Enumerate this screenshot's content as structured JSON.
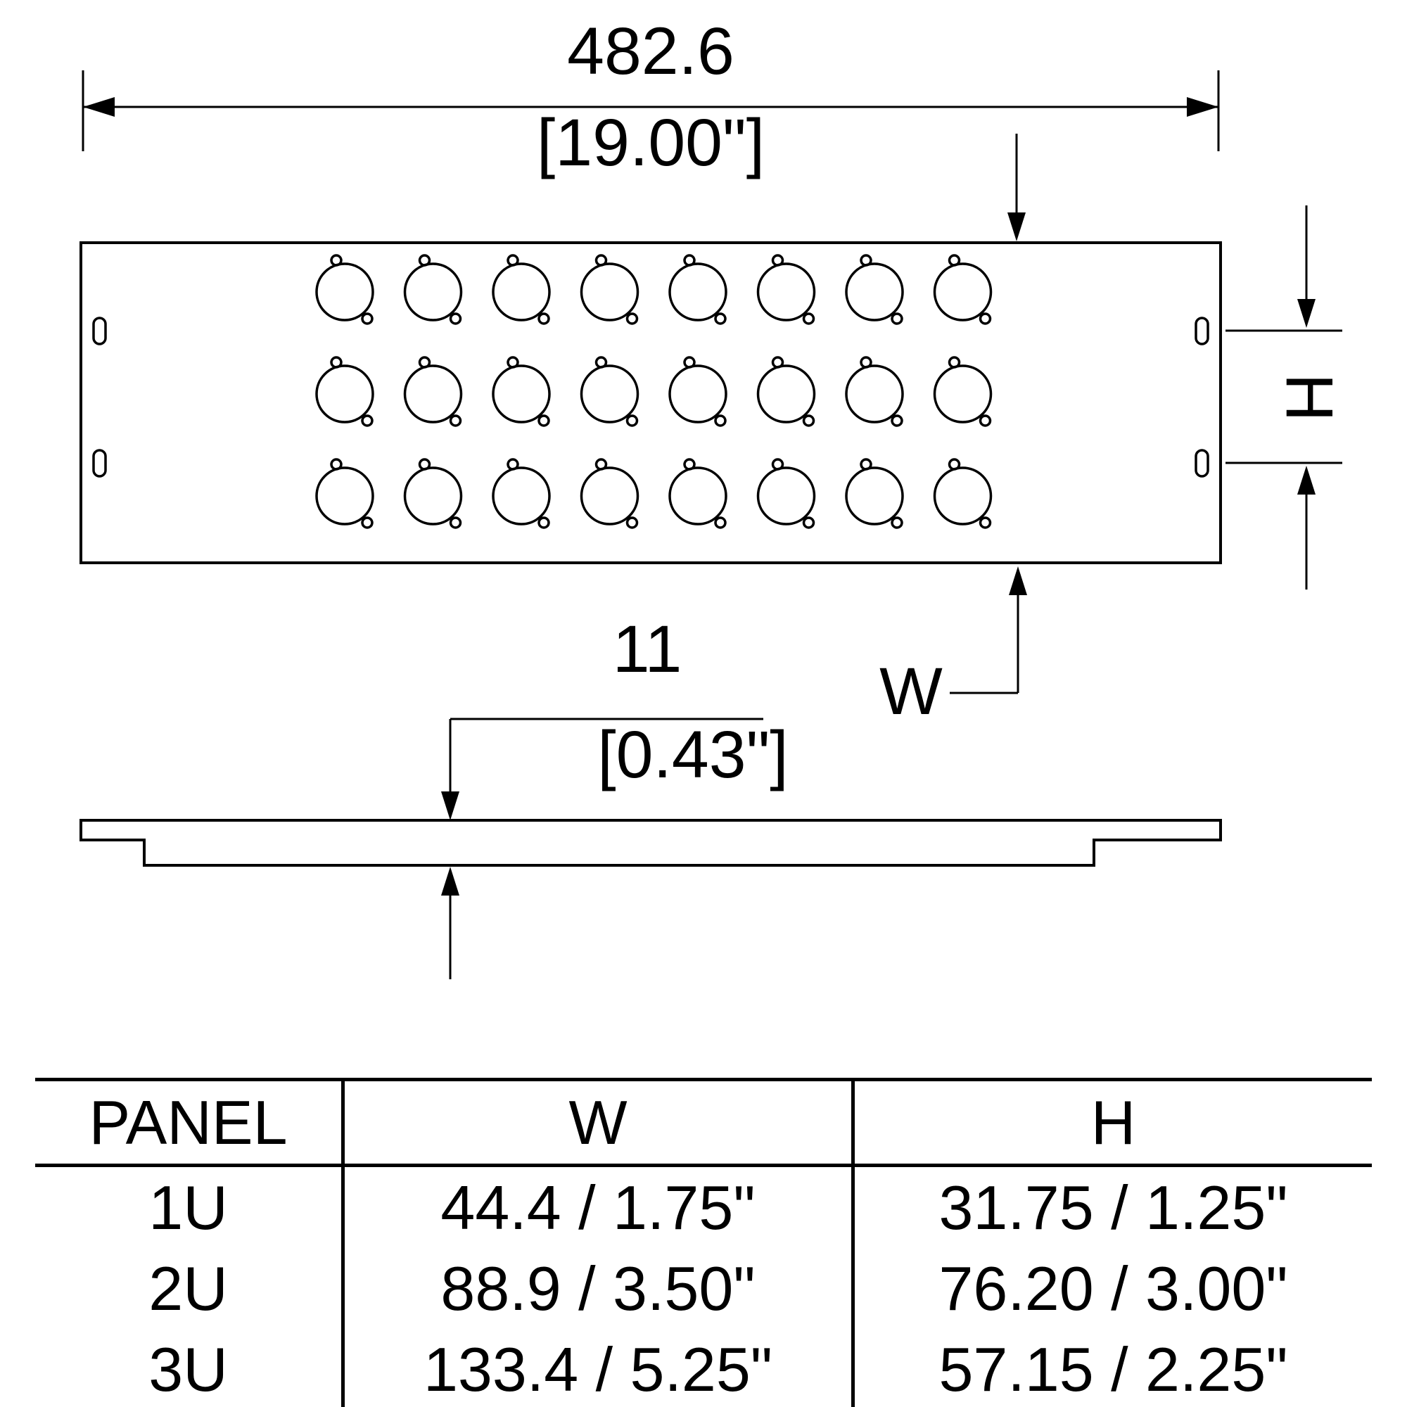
{
  "diagram": {
    "title": "rack-panel-dimension-drawing",
    "line_color": "#000000",
    "bg_color": "#ffffff",
    "width_dim": {
      "value": "482.6",
      "inches": "[19.00\"]"
    },
    "thickness_dim": {
      "value": "11",
      "inches": "[0.43\"]"
    },
    "w_label": "W",
    "h_label": "H",
    "connector_grid": {
      "rows": 3,
      "cols": 8
    }
  },
  "table": {
    "headers": [
      "PANEL",
      "W",
      "H"
    ],
    "rows": [
      {
        "panel": "1U",
        "w": "44.4 / 1.75\"",
        "h": "31.75 / 1.25\""
      },
      {
        "panel": "2U",
        "w": "88.9 / 3.50\"",
        "h": "76.20 / 3.00\""
      },
      {
        "panel": "3U",
        "w": "133.4 / 5.25\"",
        "h": "57.15 / 2.25\""
      }
    ]
  }
}
